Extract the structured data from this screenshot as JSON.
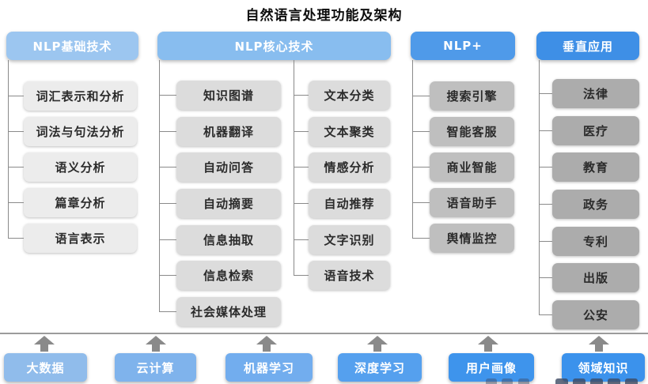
{
  "title": "自然语言处理功能及架构",
  "columns": [
    {
      "header": "NLP基础技术",
      "items": [
        "词汇表示和分析",
        "词法与句法分析",
        "语义分析",
        "篇章分析",
        "语言表示"
      ]
    },
    {
      "header": "NLP核心技术",
      "items_left": [
        "知识图谱",
        "机器翻译",
        "自动问答",
        "自动摘要",
        "信息抽取",
        "信息检索",
        "社会媒体处理"
      ],
      "items_right": [
        "文本分类",
        "文本聚类",
        "情感分析",
        "自动推荐",
        "文字识别",
        "语音技术"
      ]
    },
    {
      "header": "NLP+",
      "items": [
        "搜索引擎",
        "智能客服",
        "商业智能",
        "语音助手",
        "舆情监控"
      ]
    },
    {
      "header": "垂直应用",
      "items": [
        "法律",
        "医疗",
        "教育",
        "政务",
        "专利",
        "出版",
        "公安"
      ]
    }
  ],
  "foundation": [
    "大数据",
    "云计算",
    "机器学习",
    "深度学习",
    "用户画像",
    "领域知识"
  ],
  "colors": {
    "header_blues": [
      "#9CC6F0",
      "#88BDEF",
      "#4F9AE9",
      "#3E8FE6"
    ],
    "item_grays": [
      "#ECECEC",
      "#DCDCDC",
      "#BFBFBF",
      "#ACACAC"
    ],
    "foundation_blues": [
      "#90BCEB",
      "#7FB3EC",
      "#72ADEE",
      "#55A0EE",
      "#3E94EC",
      "#3B92EC"
    ],
    "connector": "#8a8a8a",
    "divider": "#9b9b9b"
  }
}
